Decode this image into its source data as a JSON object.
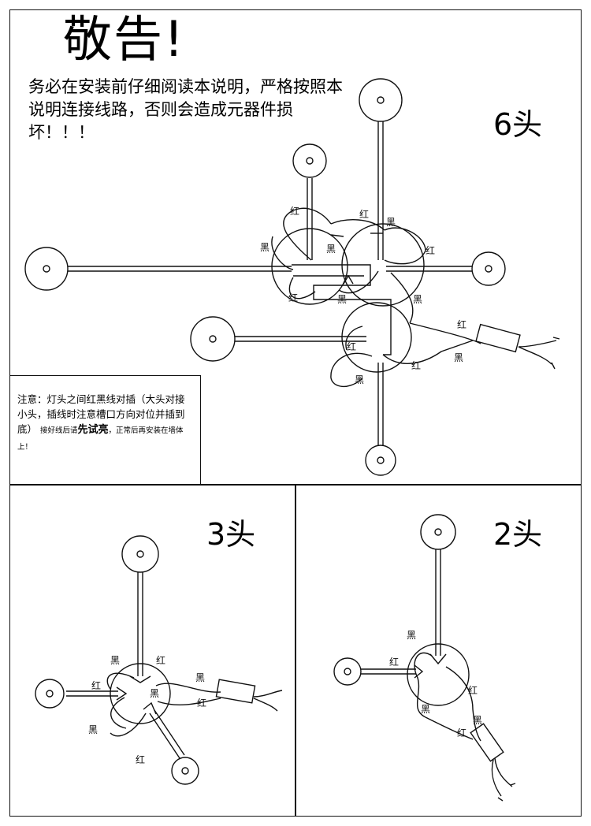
{
  "header": {
    "title": "敬告!",
    "warning": "务必在安装前仔细阅读本说明，严格按照本说明连接线路，否则会造成元器件损坏！！！"
  },
  "panels": {
    "six_head": {
      "label": "6头"
    },
    "three_head": {
      "label": "3头"
    },
    "two_head": {
      "label": "2头"
    }
  },
  "note": {
    "line_main": "注意：灯头之间红黑线对插（大头对接小头，插线时注意槽口方向对位并插到底）",
    "line_small_1": "接好线后请",
    "line_bold": "先试亮",
    "line_small_2": "，正常后再安装在墙体上！"
  },
  "wire_labels": {
    "red": "红",
    "black": "黑"
  },
  "colors": {
    "line": "#111111",
    "background": "#ffffff"
  }
}
